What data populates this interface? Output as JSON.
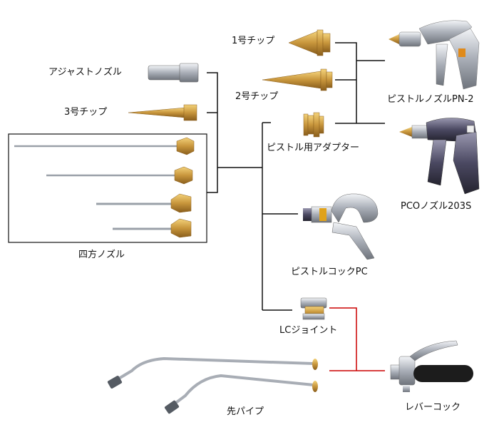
{
  "labels": {
    "tip1": "1号チップ",
    "tip2": "2号チップ",
    "adjust_nozzle": "アジャストノズル",
    "tip3": "3号チップ",
    "pistol_nozzle_pn2": "ピストルノズルPN-2",
    "pistol_adapter": "ピストル用アダプター",
    "pco_nozzle": "PCOノズル203S",
    "four_way_nozzle": "四方ノズル",
    "pistol_cock_pc": "ピストルコックPC",
    "lc_joint": "LCジョイント",
    "tip_pipe": "先パイプ",
    "lever_cock": "レバーコック"
  },
  "colors": {
    "line": "#111111",
    "red_line": "#cc0000",
    "brass": "#c8963c",
    "steel": "#b8bcc4"
  }
}
